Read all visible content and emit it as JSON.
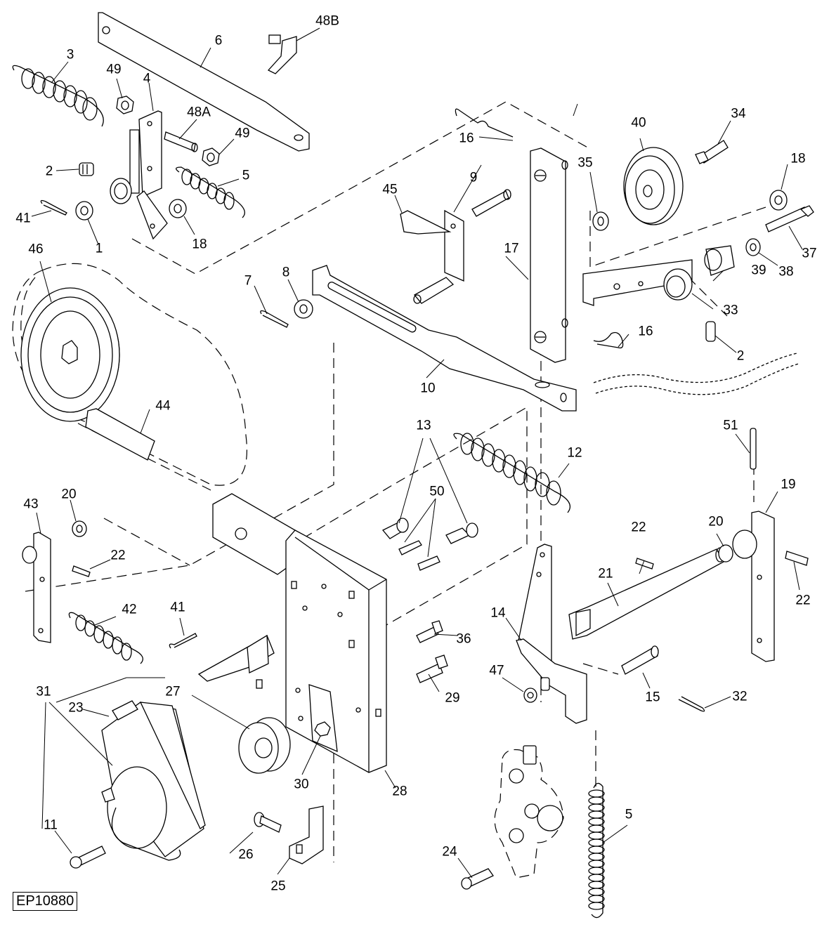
{
  "figure": {
    "id": "EP10880",
    "type": "exploded parts diagram",
    "background": "#ffffff",
    "line_color": "#000000"
  },
  "callouts": [
    {
      "label": "1",
      "part": "washer"
    },
    {
      "label": "2",
      "part": "grease fitting"
    },
    {
      "label": "3",
      "part": "extension spring"
    },
    {
      "label": "4",
      "part": "pivot bracket"
    },
    {
      "label": "5",
      "part": "extension spring"
    },
    {
      "label": "6",
      "part": "link bar"
    },
    {
      "label": "7",
      "part": "cotter pin"
    },
    {
      "label": "8",
      "part": "washer"
    },
    {
      "label": "9",
      "part": "clevis pin"
    },
    {
      "label": "10",
      "part": "slotted lever"
    },
    {
      "label": "11",
      "part": "cap screw"
    },
    {
      "label": "12",
      "part": "extension spring"
    },
    {
      "label": "13",
      "part": "carriage bolt"
    },
    {
      "label": "14",
      "part": "lever arm"
    },
    {
      "label": "15",
      "part": "clevis pin"
    },
    {
      "label": "16",
      "part": "hair pin clip"
    },
    {
      "label": "16",
      "part": "hair pin clip"
    },
    {
      "label": "17",
      "part": "link strap"
    },
    {
      "label": "18",
      "part": "washer"
    },
    {
      "label": "18",
      "part": "washer"
    },
    {
      "label": "19",
      "part": "bearing plate"
    },
    {
      "label": "20",
      "part": "washer"
    },
    {
      "label": "20",
      "part": "washer"
    },
    {
      "label": "21",
      "part": "shaft"
    },
    {
      "label": "22",
      "part": "spring pin"
    },
    {
      "label": "22",
      "part": "spring pin"
    },
    {
      "label": "22",
      "part": "spring pin"
    },
    {
      "label": "23",
      "part": "reservoir cap"
    },
    {
      "label": "24",
      "part": "cap screw"
    },
    {
      "label": "25",
      "part": "clip"
    },
    {
      "label": "26",
      "part": "carriage bolt"
    },
    {
      "label": "27",
      "part": "pulley"
    },
    {
      "label": "28",
      "part": "mounting bracket"
    },
    {
      "label": "29",
      "part": "cap screw"
    },
    {
      "label": "30",
      "part": "nut"
    },
    {
      "label": "31",
      "part": "hydraulic pump"
    },
    {
      "label": "32",
      "part": "cotter pin"
    },
    {
      "label": "33",
      "part": "idler arm"
    },
    {
      "label": "34",
      "part": "cap screw"
    },
    {
      "label": "35",
      "part": "washer"
    },
    {
      "label": "36",
      "part": "cap screw"
    },
    {
      "label": "37",
      "part": "cap screw"
    },
    {
      "label": "38",
      "part": "washer"
    },
    {
      "label": "39",
      "part": "bushing"
    },
    {
      "label": "40",
      "part": "idler pulley"
    },
    {
      "label": "41",
      "part": "cotter pin"
    },
    {
      "label": "41",
      "part": "cotter pin"
    },
    {
      "label": "42",
      "part": "extension spring"
    },
    {
      "label": "43",
      "part": "bearing plate"
    },
    {
      "label": "44",
      "part": "v-belt"
    },
    {
      "label": "45",
      "part": "bracket"
    },
    {
      "label": "46",
      "part": "drive pulley"
    },
    {
      "label": "47",
      "part": "washer"
    },
    {
      "label": "48A",
      "part": "stud"
    },
    {
      "label": "48B",
      "part": "bracket"
    },
    {
      "label": "49",
      "part": "nut"
    },
    {
      "label": "49",
      "part": "nut"
    },
    {
      "label": "50",
      "part": "spring pin"
    },
    {
      "label": "51",
      "part": "spring pin"
    },
    {
      "label": "5",
      "part": "extension spring"
    },
    {
      "label": "2",
      "part": "grease fitting"
    }
  ]
}
